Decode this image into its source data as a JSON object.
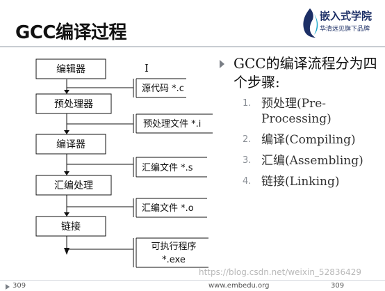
{
  "slide": {
    "title": "GCC编译过程"
  },
  "logo": {
    "name": "嵌入式学院",
    "slogan": "华清远见旗下品牌",
    "icon": "flame-logo-icon"
  },
  "flow": {
    "stages": [
      "编辑器",
      "预处理器",
      "编译器",
      "汇编处理",
      "链接"
    ],
    "outputs": [
      "源代码 *.c",
      "预处理文件 *.i",
      "汇编文件 *.s",
      "汇编文件 *.o"
    ],
    "final_output": {
      "line1": "可执行程序",
      "line2": "*.exe"
    },
    "cursor_glyph": "I"
  },
  "content": {
    "intro": "GCC的编译流程分为四个步骤:",
    "steps": [
      {
        "num": "1.",
        "label": "预处理(Pre-Processing)"
      },
      {
        "num": "2.",
        "label": "编译(Compiling)"
      },
      {
        "num": "3.",
        "label": "汇编(Assembling)"
      },
      {
        "num": "4.",
        "label": "链接(Linking)"
      }
    ]
  },
  "footer": {
    "left_page": "309",
    "website": "www.embedu.org",
    "right_page": "309"
  },
  "watermark": "https://blog.csdn.net/weixin_52836429",
  "colors": {
    "logo_blue": "#1c2f66",
    "accent_teal": "#1aa7c9",
    "bullet_gray": "#7a7f86"
  }
}
